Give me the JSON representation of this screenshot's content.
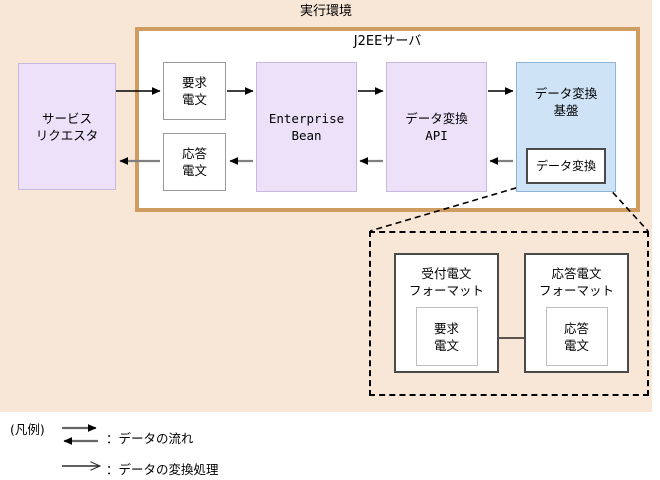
{
  "diagram": {
    "outer_title": "実行環境",
    "server_title": "J2EEサーバ",
    "nodes": {
      "requester": "サービス\nリクエスタ",
      "requester_line1": "サービス",
      "requester_line2": "リクエスタ",
      "request_message_line1": "要求",
      "request_message_line2": "電文",
      "response_message_line1": "応答",
      "response_message_line2": "電文",
      "enterprise_bean_line1": "Enterprise",
      "enterprise_bean_line2": "Bean",
      "api_line1": "データ変換",
      "api_line2": "API",
      "platform_line1": "データ変換",
      "platform_line2": "基盤",
      "data_conversion": "データ変換"
    },
    "detail": {
      "request_format_line1": "受付電文",
      "request_format_line2": "フォーマット",
      "response_format_line1": "応答電文",
      "response_format_line2": "フォーマット",
      "inner_request_line1": "要求",
      "inner_request_line2": "電文",
      "inner_response_line1": "応答",
      "inner_response_line2": "電文"
    },
    "legend": {
      "label": "(凡例)",
      "flow": "：データの流れ",
      "transform": "：データの変換処理"
    },
    "colors": {
      "page_background": "#f8e6d6",
      "server_border": "#cf9d62",
      "purple_fill": "#ece1f8",
      "purple_border": "#c9b8dd",
      "blue_fill": "#cee3f6",
      "blue_border": "#8fb6d8",
      "arrow_forward": "#000000",
      "arrow_return": "#808080",
      "dashed_callout": "#000000"
    }
  }
}
